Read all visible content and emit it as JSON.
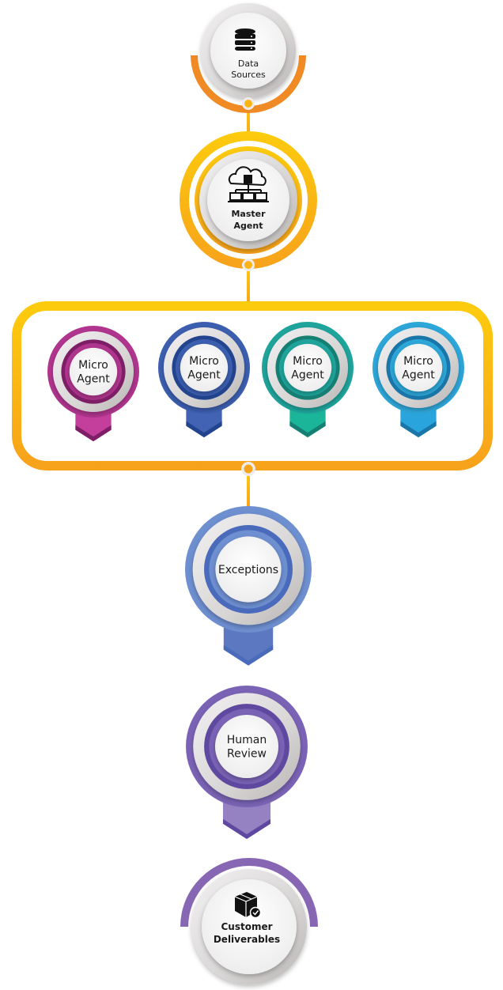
{
  "diagram": {
    "title": "",
    "nodes": {
      "data_sources": {
        "line1": "Data",
        "line2": "Sources",
        "icon": "database-icon",
        "color": "#F08A24"
      },
      "master_agent": {
        "line1": "Master",
        "line2": "Agent",
        "icon": "cloud-network-icon",
        "color": "#F9B80F"
      },
      "micro_agents": [
        {
          "line1": "Micro",
          "line2": "Agent",
          "color": "#B0358E",
          "dark": "#7E1E67",
          "tab": "#C43E9C"
        },
        {
          "line1": "Micro",
          "line2": "Agent",
          "color": "#3C5EAF",
          "dark": "#22448E",
          "tab": "#4263B4"
        },
        {
          "line1": "Micro",
          "line2": "Agent",
          "color": "#1FA49B",
          "dark": "#167F73",
          "tab": "#1BB59A"
        },
        {
          "line1": "Micro",
          "line2": "Agent",
          "color": "#2DA6D8",
          "dark": "#1A76A8",
          "tab": "#2AA4DC"
        }
      ],
      "exceptions": {
        "line1": "Exceptions",
        "color": "#6E8FD0",
        "dark": "#4A6BBC",
        "tab": "#5B78C0"
      },
      "human_review": {
        "line1": "Human",
        "line2": "Review",
        "color": "#7A63B5",
        "dark": "#5E48A0",
        "tab": "#9582C2"
      },
      "customer_deliverables": {
        "line1": "Customer",
        "line2": "Deliverables",
        "icon": "package-check-icon",
        "color": "#8766B4"
      }
    },
    "group_frame_color": "#FBB415",
    "connector_color": "#FBB415"
  }
}
